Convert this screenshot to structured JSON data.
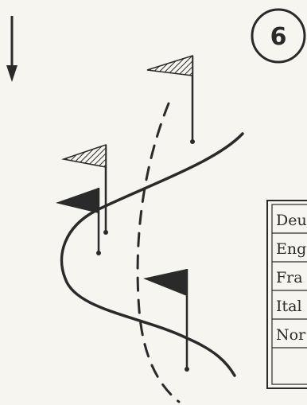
{
  "badge": {
    "number": "6"
  },
  "direction_arrow": {
    "icon": "arrow-down-icon"
  },
  "flags": [
    {
      "name": "flag-top-right",
      "style": "hatched"
    },
    {
      "name": "flag-left-upper",
      "style": "hatched"
    },
    {
      "name": "flag-left-lower",
      "style": "solid"
    },
    {
      "name": "flag-right-lower",
      "style": "solid"
    }
  ],
  "language_table": {
    "rows": [
      "Deu",
      "Eng",
      "Fra",
      "Ital",
      "Nor",
      ""
    ]
  },
  "colors": {
    "ink": "#2a2a2a",
    "paper": "#f6f5f0",
    "line": "#555555"
  }
}
